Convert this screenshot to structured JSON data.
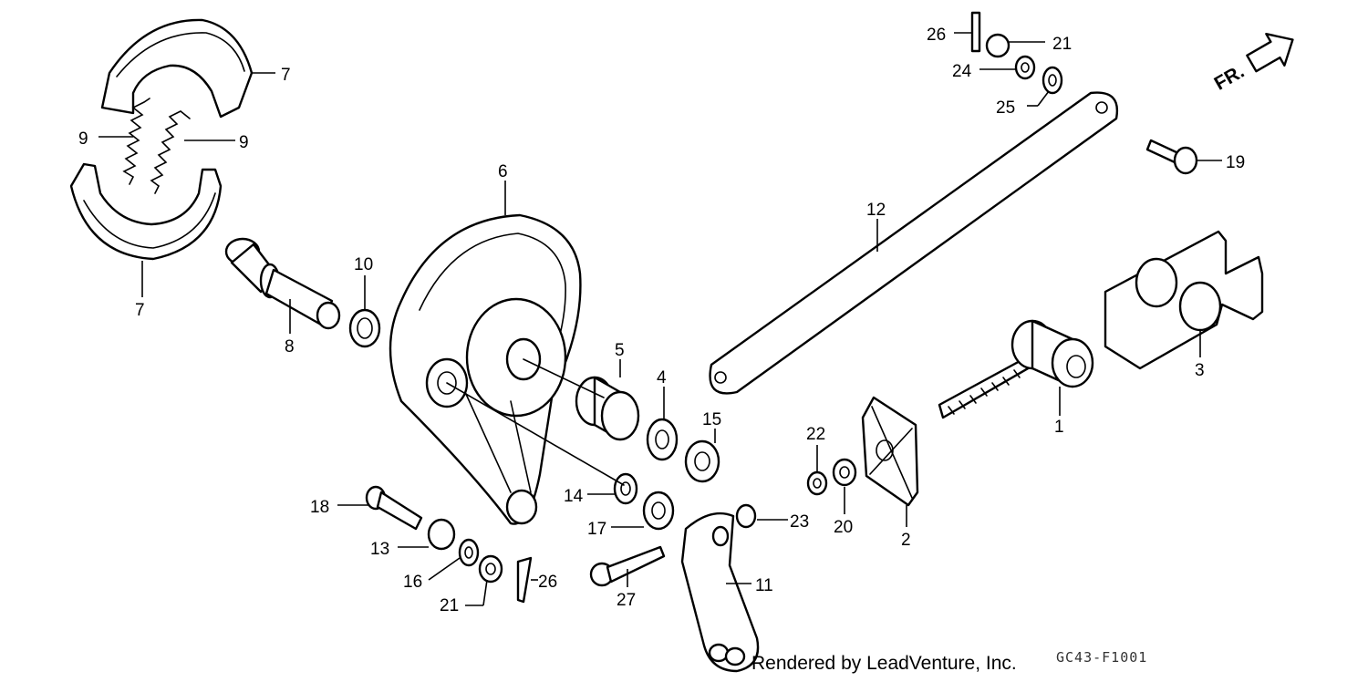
{
  "diagram": {
    "callouts": [
      {
        "id": "c7a",
        "label": "7"
      },
      {
        "id": "c9a",
        "label": "9"
      },
      {
        "id": "c9b",
        "label": "9"
      },
      {
        "id": "c7b",
        "label": "7"
      },
      {
        "id": "c6",
        "label": "6"
      },
      {
        "id": "c10",
        "label": "10"
      },
      {
        "id": "c8",
        "label": "8"
      },
      {
        "id": "c5",
        "label": "5"
      },
      {
        "id": "c4",
        "label": "4"
      },
      {
        "id": "c15",
        "label": "15"
      },
      {
        "id": "c14",
        "label": "14"
      },
      {
        "id": "c17",
        "label": "17"
      },
      {
        "id": "c18",
        "label": "18"
      },
      {
        "id": "c13",
        "label": "13"
      },
      {
        "id": "c16",
        "label": "16"
      },
      {
        "id": "c21a",
        "label": "21"
      },
      {
        "id": "c26a",
        "label": "26"
      },
      {
        "id": "c27",
        "label": "27"
      },
      {
        "id": "c11",
        "label": "11"
      },
      {
        "id": "c23",
        "label": "23"
      },
      {
        "id": "c22",
        "label": "22"
      },
      {
        "id": "c20",
        "label": "20"
      },
      {
        "id": "c2",
        "label": "2"
      },
      {
        "id": "c1",
        "label": "1"
      },
      {
        "id": "c3",
        "label": "3"
      },
      {
        "id": "c12",
        "label": "12"
      },
      {
        "id": "c19",
        "label": "19"
      },
      {
        "id": "c26b",
        "label": "26"
      },
      {
        "id": "c21b",
        "label": "21"
      },
      {
        "id": "c24",
        "label": "24"
      },
      {
        "id": "c25",
        "label": "25"
      }
    ],
    "direction_label": "FR.",
    "credit": "Rendered by LeadVenture, Inc.",
    "code": "GC43-F1001"
  }
}
